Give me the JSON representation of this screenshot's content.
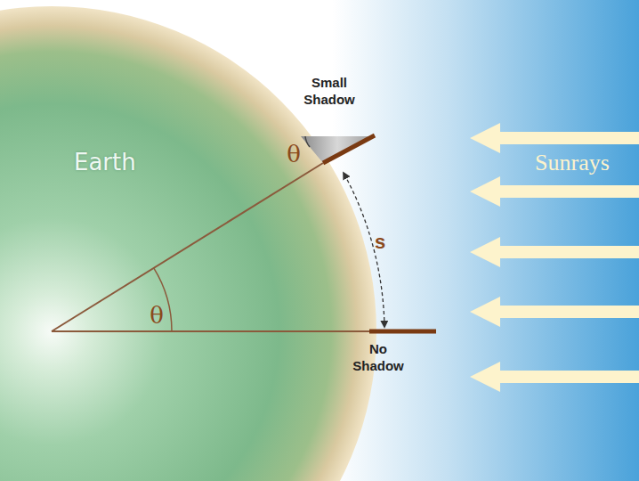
{
  "diagram": {
    "nodes": [
      {
        "text": [
          "Earth"
        ]
      }
    ],
    "labels": [
      "θ",
      "Small Shadow",
      "s",
      "θ",
      "No Shadow",
      "Sunrays"
    ]
  }
}
